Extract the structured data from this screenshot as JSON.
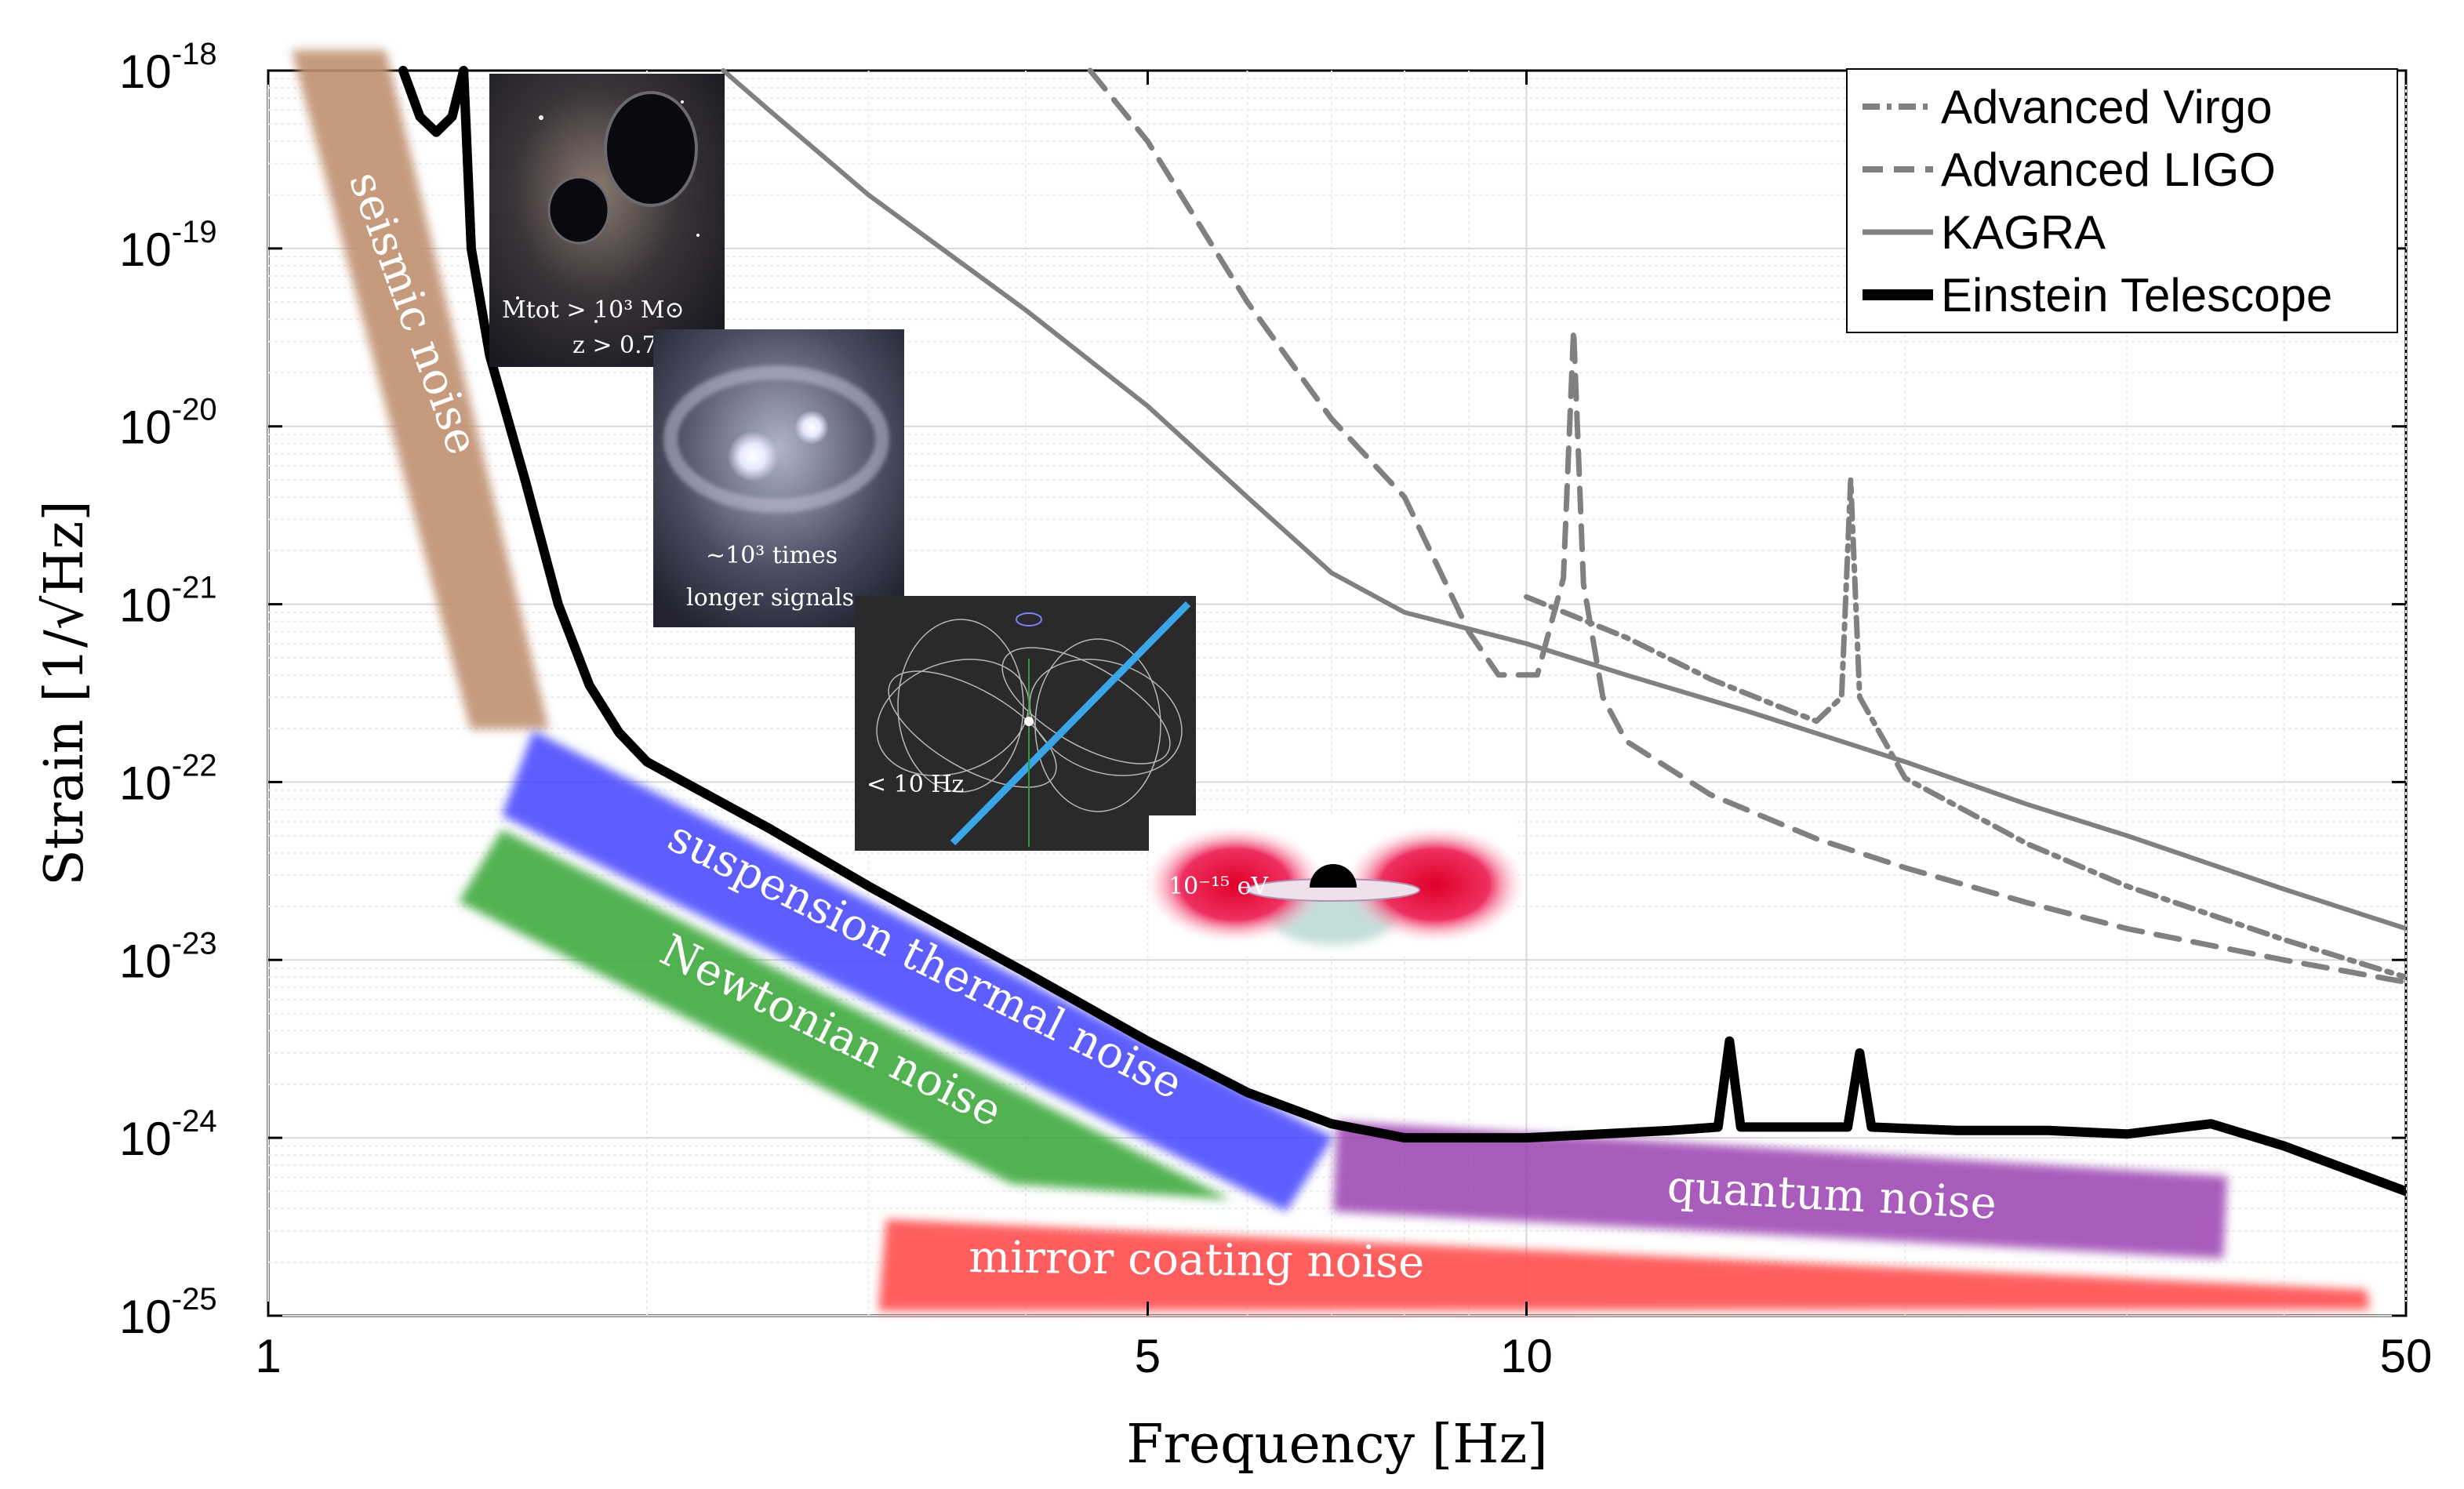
{
  "chart_data": {
    "type": "line",
    "title": "",
    "xlabel": "Frequency [Hz]",
    "ylabel": "Strain [1/√Hz]",
    "x_scale": "log",
    "y_scale": "log",
    "xlim": [
      1,
      50
    ],
    "ylim": [
      1e-25,
      1e-18
    ],
    "grid": true,
    "legend_position": "top-right",
    "x_ticks": [
      {
        "value": 1,
        "label": "1"
      },
      {
        "value": 5,
        "label": "5"
      },
      {
        "value": 10,
        "label": "10"
      },
      {
        "value": 50,
        "label": "50"
      }
    ],
    "y_ticks": [
      {
        "value": 1e-18,
        "base": "10",
        "exp": "-18"
      },
      {
        "value": 1e-19,
        "base": "10",
        "exp": "-19"
      },
      {
        "value": 1e-20,
        "base": "10",
        "exp": "-20"
      },
      {
        "value": 1e-21,
        "base": "10",
        "exp": "-21"
      },
      {
        "value": 1e-22,
        "base": "10",
        "exp": "-22"
      },
      {
        "value": 1e-23,
        "base": "10",
        "exp": "-23"
      },
      {
        "value": 1e-24,
        "base": "10",
        "exp": "-24"
      },
      {
        "value": 1e-25,
        "base": "10",
        "exp": "-25"
      }
    ],
    "series": [
      {
        "name": "Advanced Virgo",
        "style": "dashdot",
        "color": "#808080",
        "points": [
          [
            10,
            1.1e-21
          ],
          [
            12,
            6.5e-22
          ],
          [
            14,
            3.8e-22
          ],
          [
            16,
            2.6e-22
          ],
          [
            17,
            2.2e-22
          ],
          [
            17.8,
            3e-22
          ],
          [
            18.1,
            5e-21
          ],
          [
            18.4,
            3e-22
          ],
          [
            20,
            1.05e-22
          ],
          [
            25,
            4.5e-23
          ],
          [
            30,
            2.6e-23
          ],
          [
            40,
            1.3e-23
          ],
          [
            50,
            8e-24
          ]
        ]
      },
      {
        "name": "Advanced LIGO",
        "style": "dashed",
        "color": "#808080",
        "points": [
          [
            4.5,
            1e-18
          ],
          [
            5,
            4e-19
          ],
          [
            6,
            5e-20
          ],
          [
            7,
            1.1e-20
          ],
          [
            8,
            4e-21
          ],
          [
            9,
            7e-22
          ],
          [
            9.5,
            4e-22
          ],
          [
            10.2,
            4e-22
          ],
          [
            10.7,
            1.4e-21
          ],
          [
            10.9,
            3.5e-20
          ],
          [
            11.1,
            1.3e-21
          ],
          [
            11.5,
            3e-22
          ],
          [
            12,
            1.7e-22
          ],
          [
            14,
            8.5e-23
          ],
          [
            17,
            4.8e-23
          ],
          [
            20,
            3.3e-23
          ],
          [
            25,
            2.1e-23
          ],
          [
            30,
            1.5e-23
          ],
          [
            40,
            1e-23
          ],
          [
            50,
            7.5e-24
          ]
        ]
      },
      {
        "name": "KAGRA",
        "style": "solid",
        "color": "#808080",
        "points": [
          [
            2.3,
            1e-18
          ],
          [
            2.5,
            6e-19
          ],
          [
            3,
            2e-19
          ],
          [
            4,
            4.5e-20
          ],
          [
            5,
            1.3e-20
          ],
          [
            6,
            4e-21
          ],
          [
            7,
            1.5e-21
          ],
          [
            8,
            9e-22
          ],
          [
            10,
            6e-22
          ],
          [
            12,
            4e-22
          ],
          [
            15,
            2.5e-22
          ],
          [
            20,
            1.3e-22
          ],
          [
            25,
            7.5e-23
          ],
          [
            30,
            5e-23
          ],
          [
            40,
            2.5e-23
          ],
          [
            50,
            1.5e-23
          ]
        ]
      },
      {
        "name": "Einstein Telescope",
        "style": "solid-thick",
        "color": "#000000",
        "points": [
          [
            1.28,
            1e-18
          ],
          [
            1.32,
            5.5e-19
          ],
          [
            1.36,
            4.5e-19
          ],
          [
            1.4,
            5.5e-19
          ],
          [
            1.43,
            1e-18
          ],
          [
            1.45,
            1e-19
          ],
          [
            1.5,
            2.5e-20
          ],
          [
            1.6,
            5e-21
          ],
          [
            1.7,
            1e-21
          ],
          [
            1.8,
            3.5e-22
          ],
          [
            1.9,
            1.9e-22
          ],
          [
            2,
            1.3e-22
          ],
          [
            2.5,
            5.5e-23
          ],
          [
            3,
            2.6e-23
          ],
          [
            4,
            8.5e-24
          ],
          [
            5,
            3.5e-24
          ],
          [
            6,
            1.8e-24
          ],
          [
            7,
            1.2e-24
          ],
          [
            8,
            1e-24
          ],
          [
            10,
            1e-24
          ],
          [
            13,
            1.1e-24
          ],
          [
            14.2,
            1.15e-24
          ],
          [
            14.5,
            3.5e-24
          ],
          [
            14.8,
            1.15e-24
          ],
          [
            18,
            1.15e-24
          ],
          [
            18.4,
            3e-24
          ],
          [
            18.8,
            1.15e-24
          ],
          [
            22,
            1.1e-24
          ],
          [
            26,
            1.1e-24
          ],
          [
            30,
            1.05e-24
          ],
          [
            35,
            1.2e-24
          ],
          [
            40,
            9e-25
          ],
          [
            50,
            5e-25
          ]
        ]
      }
    ],
    "bands": [
      {
        "label": "seismic noise",
        "color": "#c09070"
      },
      {
        "label": "suspension thermal noise",
        "color": "#4d4dff"
      },
      {
        "label": "Newtonian noise",
        "color": "#40aa40"
      },
      {
        "label": "quantum noise",
        "color": "#9a3fb0"
      },
      {
        "label": "mirror coating noise",
        "color": "#ff4d4d"
      }
    ],
    "insets": [
      {
        "name": "binary-black-hole",
        "line1": "Mtot > 10³ M⊙",
        "line2": "z > 0.7"
      },
      {
        "name": "binary-neutron-star",
        "line1": "~10³ times",
        "line2": "longer signals"
      },
      {
        "name": "pulsar",
        "line1": "< 10 Hz"
      },
      {
        "name": "boson-cloud",
        "line1": "10⁻¹⁵ eV"
      }
    ]
  }
}
